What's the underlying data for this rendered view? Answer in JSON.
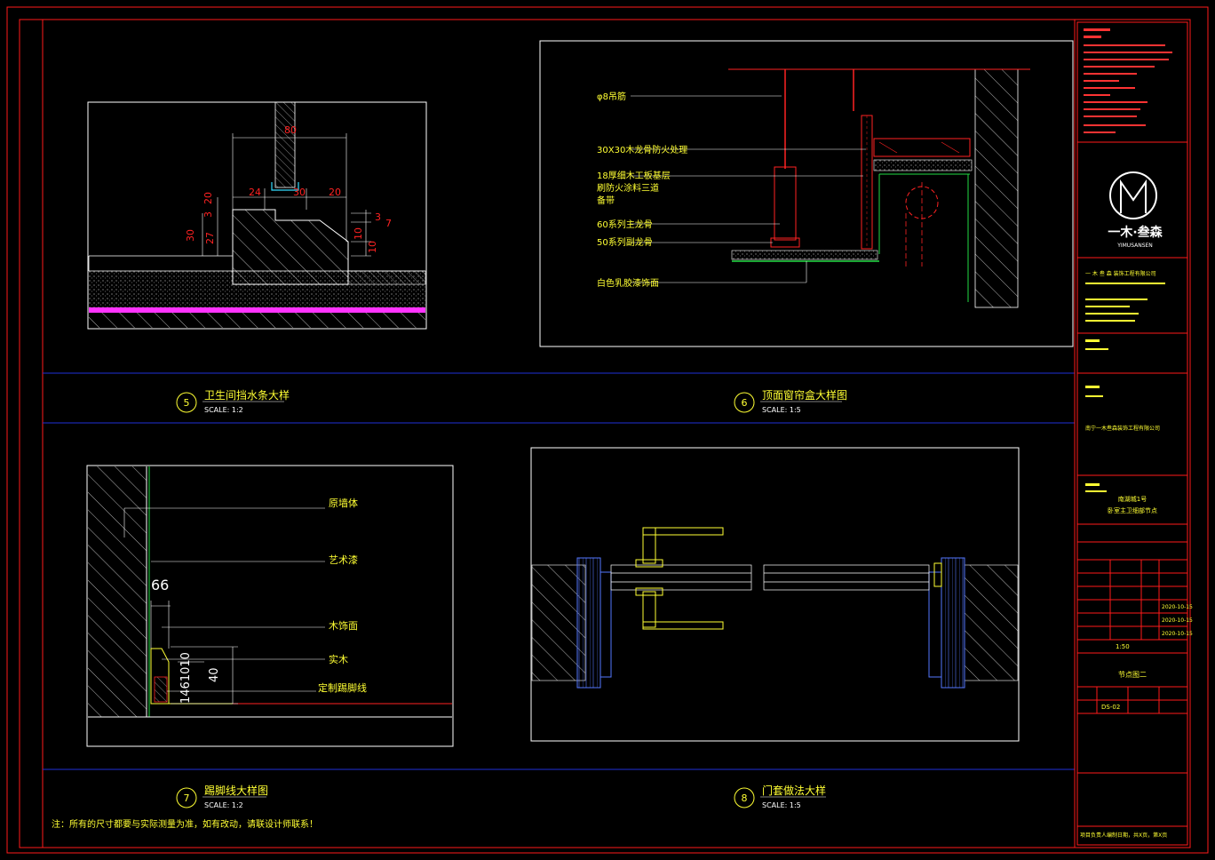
{
  "details": [
    {
      "num": "5",
      "title": "卫生间挡水条大样",
      "scale": "SCALE:  1:2"
    },
    {
      "num": "6",
      "title": "顶面窗帘盒大样图",
      "scale": "SCALE:  1:5"
    },
    {
      "num": "7",
      "title": "踢脚线大样图",
      "scale": "SCALE:  1:2"
    },
    {
      "num": "8",
      "title": "门套做法大样",
      "scale": "SCALE:  1:5"
    }
  ],
  "d5_dims": {
    "d80": "80",
    "d24": "24",
    "d30": "30",
    "d20a": "20",
    "d20b": "20",
    "d3a": "3",
    "d3b": "3",
    "d27": "27",
    "d30v": "30",
    "d10a": "10",
    "d10b": "10",
    "d7": "7"
  },
  "d6_labels": [
    "φ8吊筋",
    "30X30木龙骨防火处理",
    "18厚细木工板基层",
    "刷防火涂料三道",
    "备带",
    "60系列主龙骨",
    "50系列副龙骨",
    "白色乳胶漆饰面"
  ],
  "d7_labels": [
    "原墙体",
    "艺术漆",
    "木饰面",
    "实木",
    "定制踢脚线"
  ],
  "d7_dims": {
    "d66": "66",
    "d40": "40",
    "stack": "1461010"
  },
  "note": "注：所有的尺寸都要与实际测量为准，如有改动，请联设计师联系！",
  "title_block": {
    "brand_cn": "一木·叁森",
    "brand_en": "YIMUSANSEN",
    "company": "一 木 叁 森  装饰工程有限公司",
    "client": "南宁一木叁森装饰工程有限公司",
    "project_line1": "南湖城1号",
    "project_line2": "卧室主卫细部节点",
    "drawing_name": "节点图二",
    "scale": "1:50",
    "drawing_no": "DS-02",
    "dates": [
      "2020-10-15",
      "2020-10-15",
      "2020-10-15"
    ],
    "footer": "项目负责人编制日期，共X页，第X页"
  },
  "colors": {
    "frame": "#ff1a1a",
    "accent": "#ffff33",
    "divider": "#1f2fd8",
    "white": "#ffffff"
  }
}
